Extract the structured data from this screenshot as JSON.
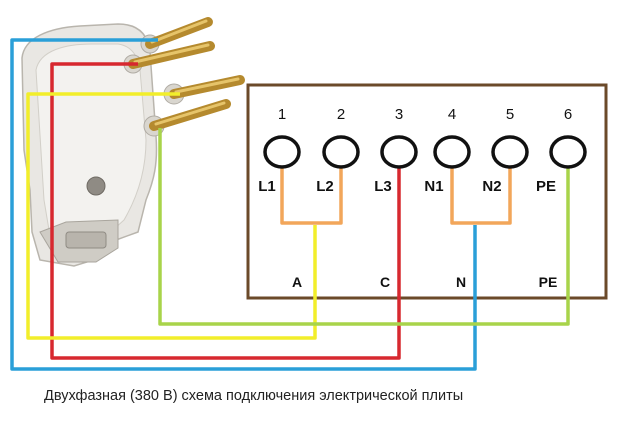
{
  "diagram": {
    "caption": "Двухфазная (380 В) схема подключения электрической плиты",
    "terminal_numbers": [
      "1",
      "2",
      "3",
      "4",
      "5",
      "6"
    ],
    "terminal_labels": [
      "L1",
      "L2",
      "L3",
      "N1",
      "N2",
      "PE"
    ],
    "wire_labels": {
      "a": "A",
      "c": "C",
      "n": "N",
      "pe": "PE"
    },
    "colors": {
      "blue": "#2a9fd8",
      "red": "#d7282f",
      "yellow": "#f2ee2a",
      "green": "#a8d44a",
      "orange": "#f2a65a",
      "box_border": "#6b4a2a"
    }
  }
}
